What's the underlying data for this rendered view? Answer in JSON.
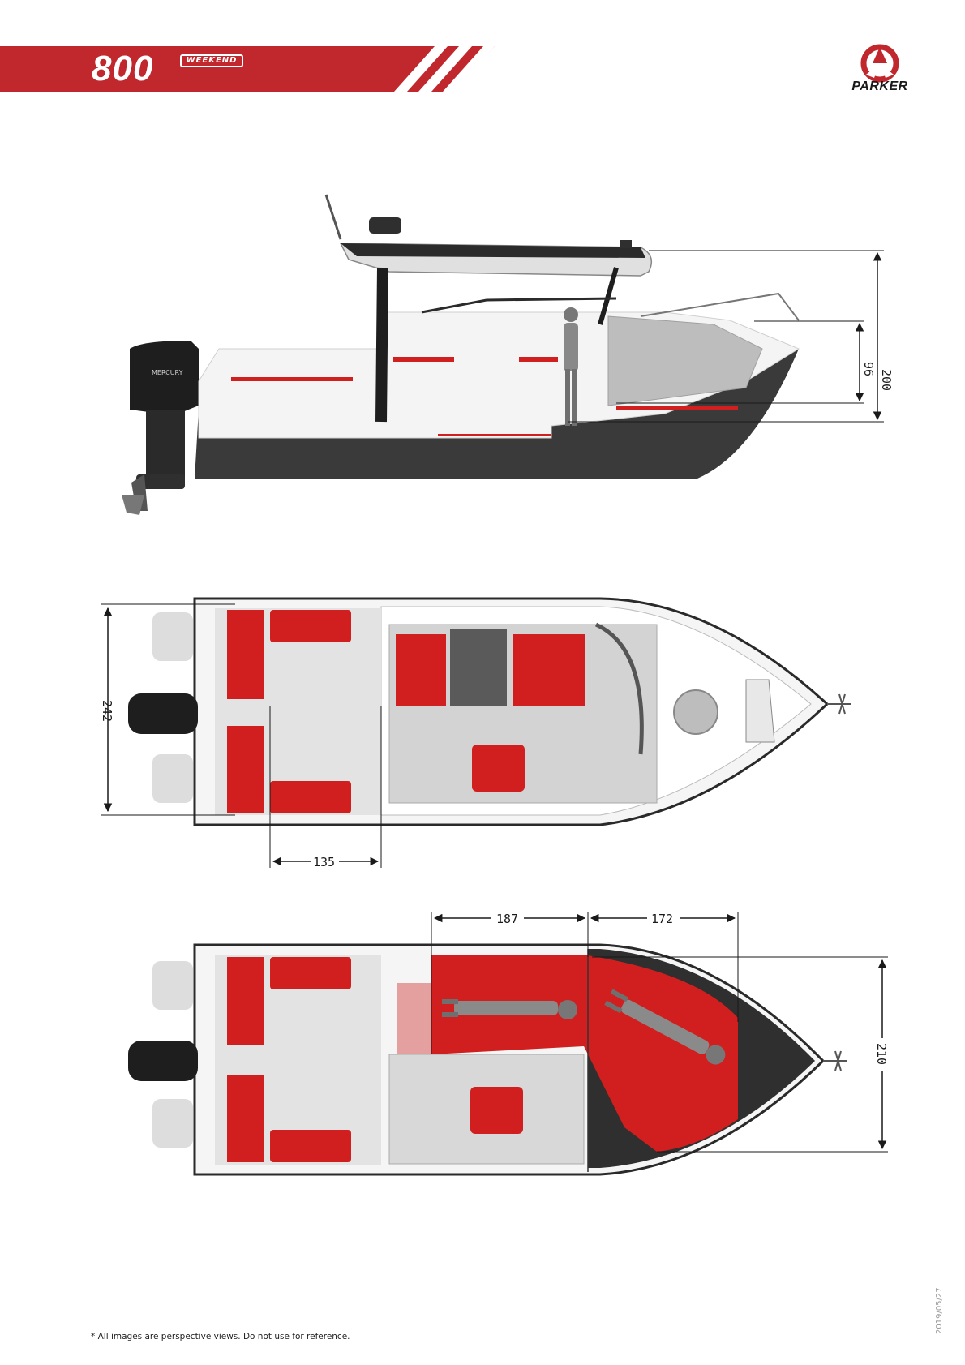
{
  "header": {
    "model_number": "800",
    "model_variant": "WEEKEND",
    "brand": "PARKER",
    "accent_color": "#c0282d"
  },
  "views": {
    "side": {
      "engine_brand": "MERCURY",
      "dim_height_total": "200",
      "dim_height_inner": "96"
    },
    "deck": {
      "dim_beam": "242",
      "dim_cockpit": "135"
    },
    "berth": {
      "dim_berth_aft": "187",
      "dim_berth_fwd": "172",
      "dim_berth_width": "210"
    }
  },
  "footer": {
    "note": "* All images are perspective views. Do not use for reference.",
    "date": "2019/05/27"
  },
  "colors": {
    "hull_dark": "#3a3a3a",
    "cushion_red": "#d11f1f",
    "deck_grey": "#e6e6e6"
  }
}
